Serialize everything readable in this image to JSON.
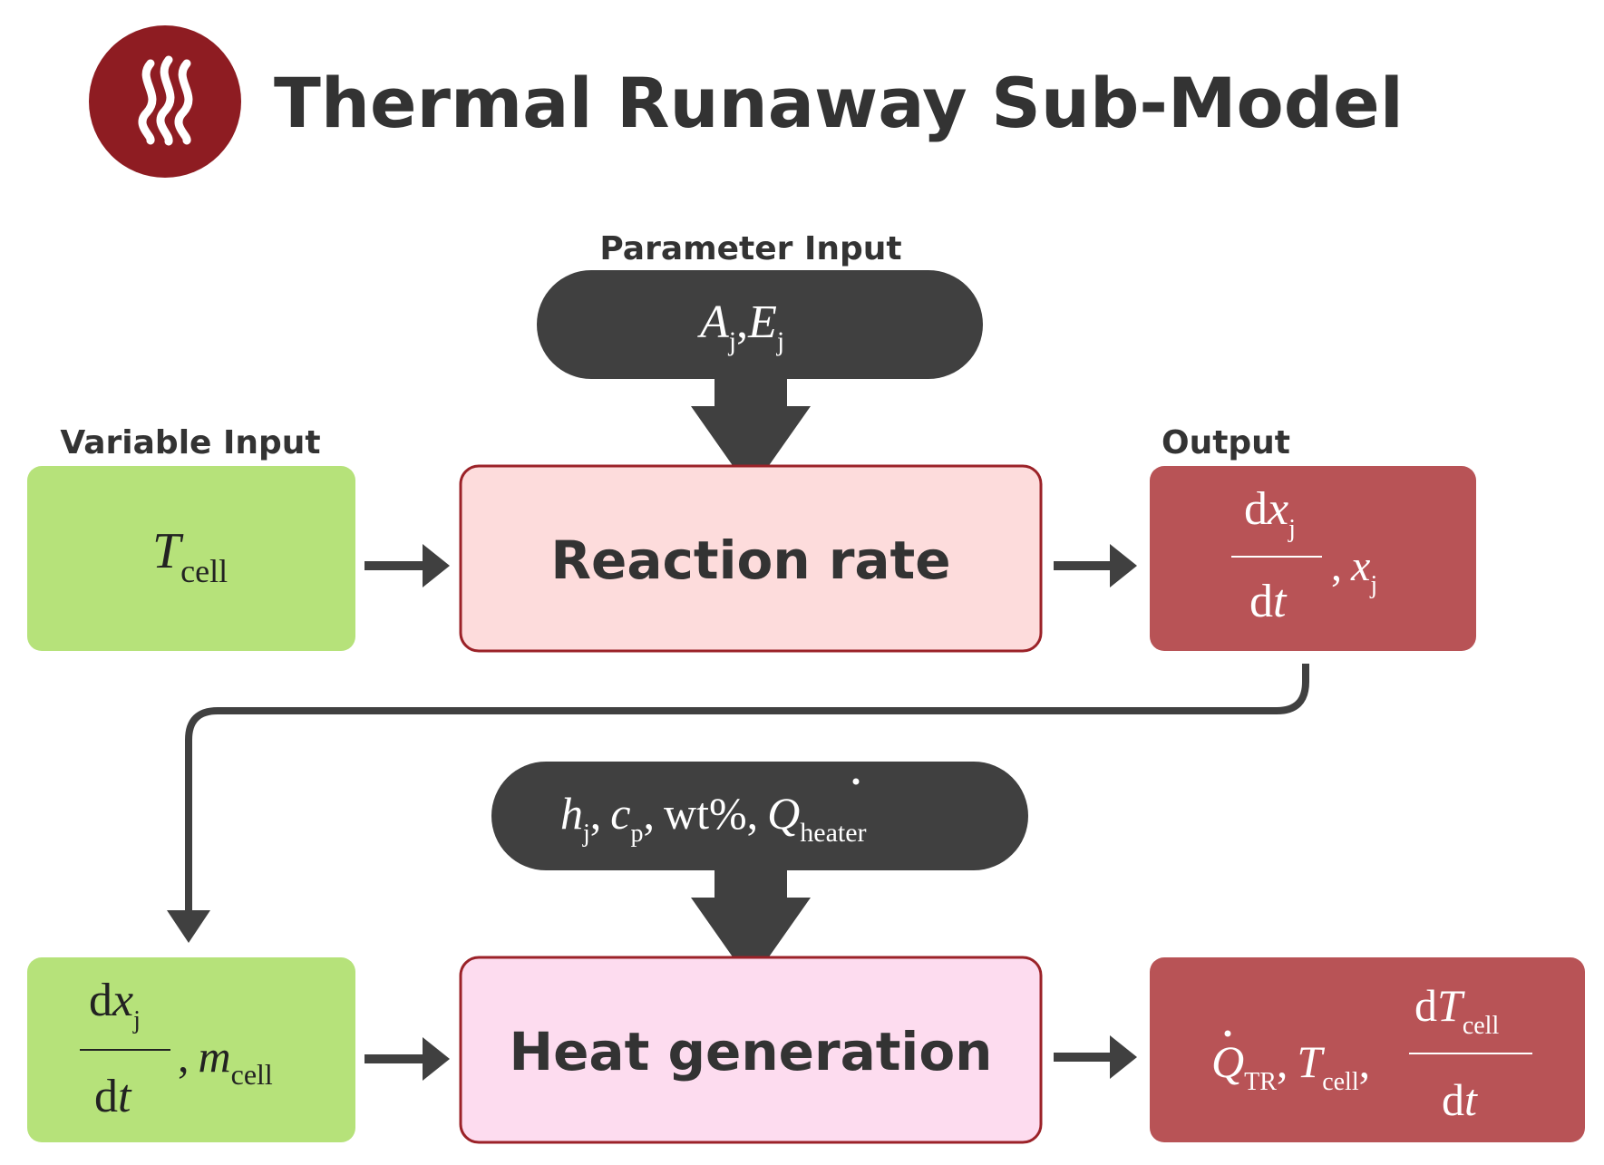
{
  "title": "Thermal Runaway Sub-Model",
  "icon": "heat-waves-icon",
  "colors": {
    "brand_red": "#8e1c22",
    "title_text": "#333333",
    "dark_pill": "#404040",
    "green_box": "#b6e27a",
    "reaction_box": "#fddcdc",
    "heat_box": "#fddcef",
    "output_box": "#b85356",
    "box_border": "#9b2228"
  },
  "labels": {
    "parameter_input": "Parameter Input",
    "variable_input": "Variable Input",
    "output": "Output"
  },
  "top_row": {
    "parameter_pill": {
      "A": "A",
      "A_sub": "j",
      "sep": ",",
      "E": "E",
      "E_sub": "j"
    },
    "variable_box": {
      "T": "T",
      "T_sub": "cell"
    },
    "process_box": "Reaction rate",
    "output_box": {
      "d": "d",
      "x": "x",
      "x_sub": "j",
      "dt_d": "d",
      "dt_t": "t",
      "comma": ",",
      "x2": "x",
      "x2_sub": "j"
    }
  },
  "bottom_row": {
    "parameter_pill": {
      "h": "h",
      "h_sub": "j",
      "c": "c",
      "c_sub": "p",
      "wt": "wt%",
      "Q": "Q",
      "Q_sub": "heater",
      "comma": ","
    },
    "variable_box": {
      "d": "d",
      "x": "x",
      "x_sub": "j",
      "dt_d": "d",
      "dt_t": "t",
      "comma": ",",
      "m": "m",
      "m_sub": "cell"
    },
    "process_box": "Heat generation",
    "output_box": {
      "Q": "Q",
      "Q_sub": "TR",
      "T": "T",
      "T_sub": "cell",
      "d": "d",
      "T2": "T",
      "T2_sub": "cell",
      "dt_d": "d",
      "dt_t": "t",
      "comma": ","
    }
  }
}
